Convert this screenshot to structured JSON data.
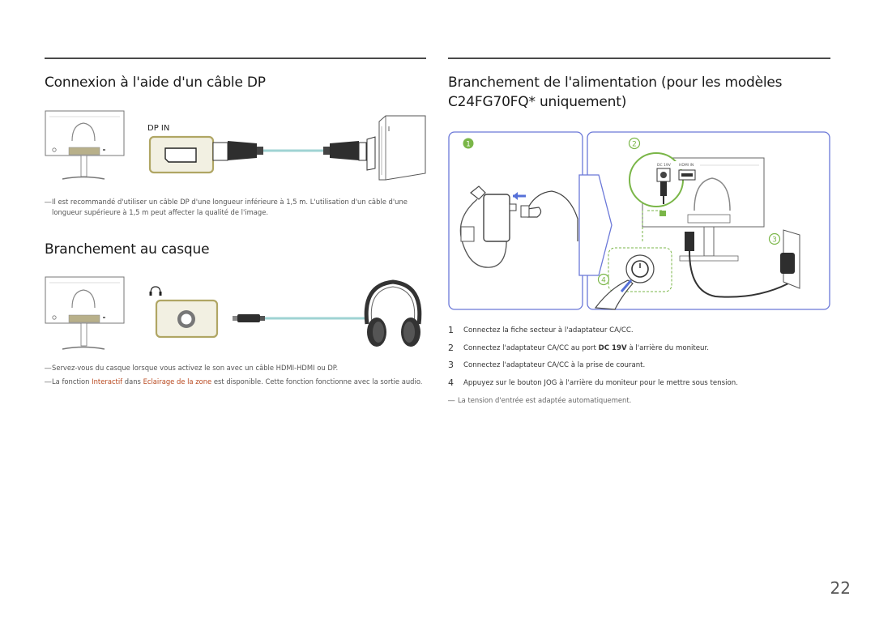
{
  "left": {
    "dp_title": "Connexion à l'aide d'un câble DP",
    "dp_port_label": "DP IN",
    "dp_note": "Il est recommandé d'utiliser un câble DP d'une longueur inférieure à 1,5 m. L'utilisation d'un câble d'une longueur supérieure à 1,5 m peut affecter la qualité de l'image.",
    "headphone_title": "Branchement au casque",
    "headphone_note_1": "Servez-vous du casque lorsque vous activez le son avec un câble HDMI-HDMI ou DP.",
    "headphone_note_2": {
      "part1": "La fonction ",
      "highlight1": "Interactif",
      "part2": " dans ",
      "highlight2": "Eclairage de la zone",
      "part3": " est disponible. Cette fonction fonctionne avec la sortie audio."
    }
  },
  "right": {
    "title": "Branchement de l'alimentation (pour les modèles C24FG70FQ* uniquement)",
    "callouts": [
      "1",
      "2",
      "3",
      "4"
    ],
    "port_labels": [
      "DC 19V",
      "HDMI IN"
    ],
    "steps": [
      {
        "num": "1",
        "pre": "Connectez la fiche secteur à l'adaptateur CA/CC.",
        "bold": "",
        "post": ""
      },
      {
        "num": "2",
        "pre": "Connectez l'adaptateur CA/CC au port ",
        "bold": "DC 19V",
        "post": " à l'arrière du moniteur."
      },
      {
        "num": "3",
        "pre": "Connectez l'adaptateur CA/CC à la prise de courant.",
        "bold": "",
        "post": ""
      },
      {
        "num": "4",
        "pre": "Appuyez sur le bouton JOG à l'arrière du moniteur pour le mettre sous tension.",
        "bold": "",
        "post": ""
      }
    ],
    "footnote": "La tension d'entrée est adaptée automatiquement."
  },
  "page_number": "22",
  "colors": {
    "port_box": "#b0a664",
    "port_fill": "#f2f0e2",
    "cable": "#9fd3d3",
    "frame_blue": "#6b78d8",
    "callout_green": "#7ab648",
    "highlight": "#b8471d"
  }
}
